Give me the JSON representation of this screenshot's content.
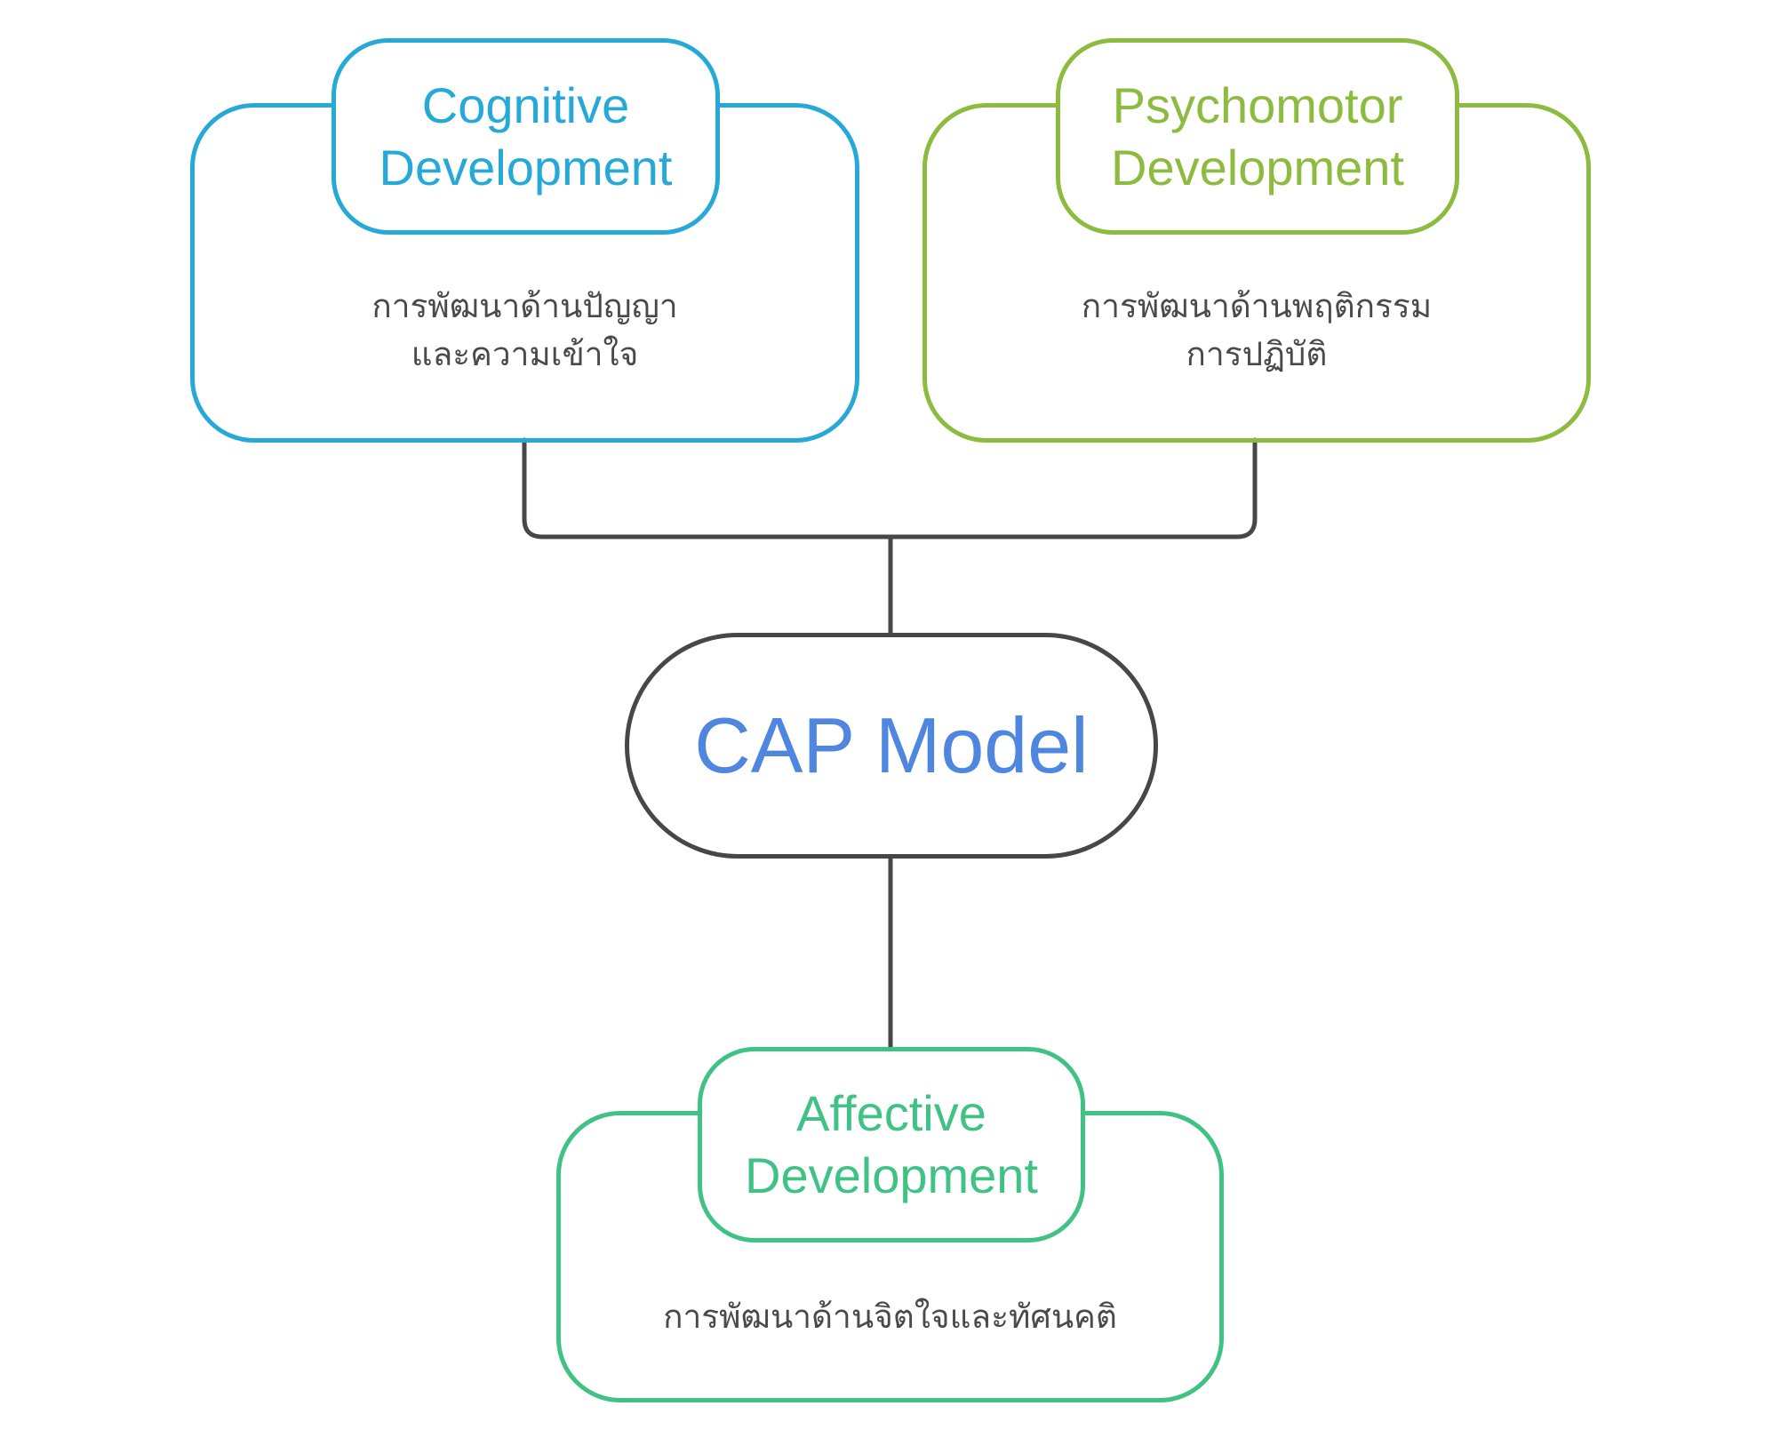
{
  "central": {
    "title": "CAP Model",
    "color": "#4f86e0"
  },
  "nodes": [
    {
      "key": "cognitive",
      "title_line1": "Cognitive",
      "title_line2": "Development",
      "desc_line1": "การพัฒนาด้านปัญญา",
      "desc_line2": "และความเข้าใจ",
      "color": "#27a9d8"
    },
    {
      "key": "psychomotor",
      "title_line1": "Psychomotor",
      "title_line2": "Development",
      "desc_line1": "การพัฒนาด้านพฤติกรรม",
      "desc_line2": "การปฏิบัติ",
      "color": "#8dbb3f"
    },
    {
      "key": "affective",
      "title_line1": "Affective",
      "title_line2": "Development",
      "desc_line1": "การพัฒนาด้านจิตใจและทัศนคติ",
      "color": "#41c285"
    }
  ],
  "connector_color": "#474747",
  "text_color": "#4a4a4a"
}
